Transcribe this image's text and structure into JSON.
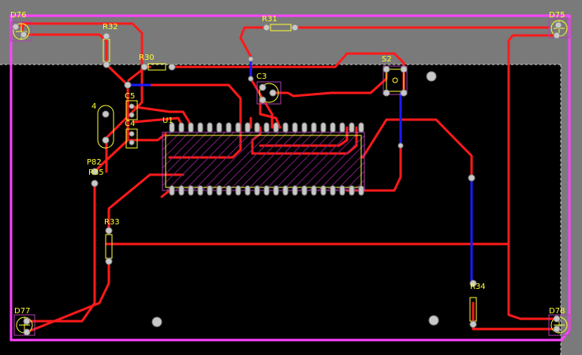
{
  "view": {
    "background_color": "#000000",
    "grid_area_color": "#7a7a7a",
    "board_outline_color": "#ff44ff",
    "top_trace_color": "#ff1a1a",
    "bottom_trace_color": "#1a1aff",
    "silkscreen_color": "#ffff33",
    "pad_color": "#c8c8c8"
  },
  "labels": {
    "d76": "D76",
    "d75": "D75",
    "d77": "D77",
    "d78": "D78",
    "r32": "R32",
    "r31": "R31",
    "r30": "R30",
    "s2": "S2",
    "c3": "C3",
    "c5": "C5",
    "c4": "C4",
    "u1": "U1",
    "y4": "4",
    "p82": "P82",
    "r35": "R35",
    "r33": "R33",
    "r34": "R34"
  }
}
